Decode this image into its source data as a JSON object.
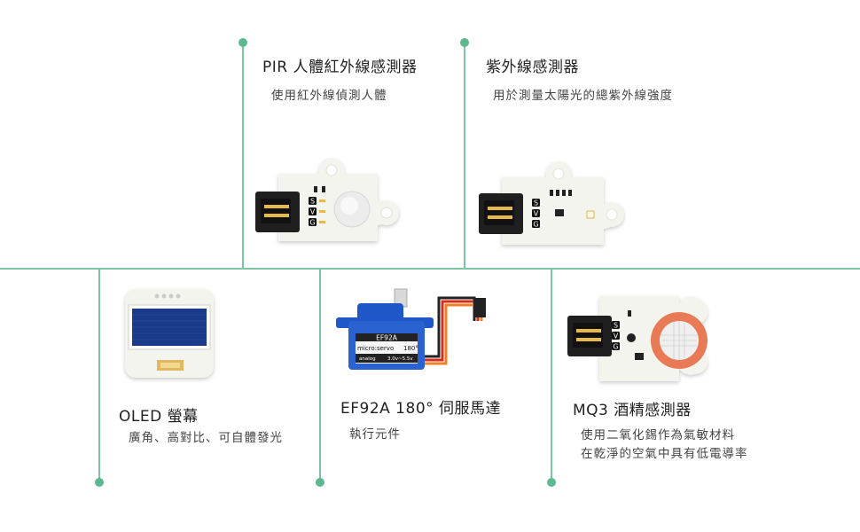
{
  "colors": {
    "line": "#7cc4a4",
    "dot": "#5cb88e"
  },
  "items": [
    {
      "title": "PIR 人體紅外線感測器",
      "desc": "使用紅外線偵測人體"
    },
    {
      "title": "紫外線感測器",
      "desc": "用於測量太陽光的總紫外線強度"
    },
    {
      "title": "OLED 螢幕",
      "desc": "廣角、高對比、可自體發光"
    },
    {
      "title": "EF92A 180° 伺服馬達",
      "desc": "執行元件"
    },
    {
      "title": "MQ3 酒精感測器",
      "desc": "使用二氧化錫作為氣敏材料",
      "desc2": "在乾淨的空氣中具有低電導率"
    }
  ],
  "labels": {
    "svg_s": "S",
    "svg_v": "V",
    "svg_g": "G",
    "servo_model": "EF92A",
    "servo_brand": "micro:servo",
    "servo_angle": "180°",
    "servo_type": "analog",
    "servo_voltage": "3.0v~5.5v"
  }
}
